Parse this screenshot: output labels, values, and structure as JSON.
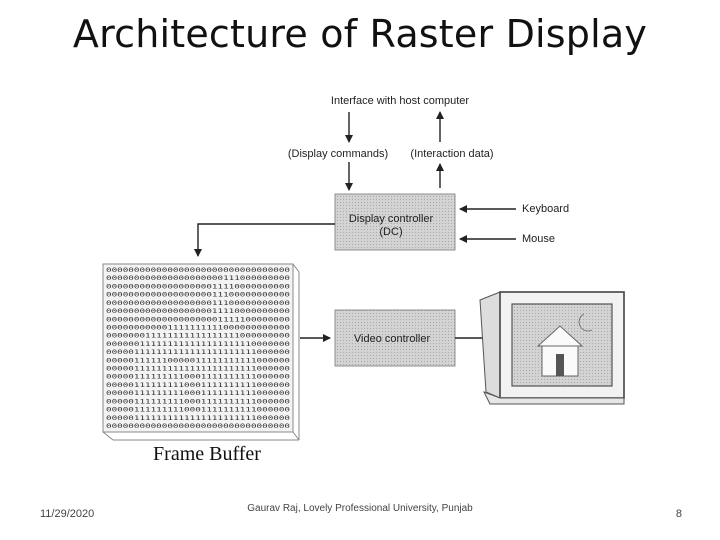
{
  "slide": {
    "title": "Architecture of Raster Display",
    "footer_date": "11/29/2020",
    "footer_author": "Gaurav Raj, Lovely Professional University, Punjab",
    "page_number": "8"
  },
  "diagram": {
    "interface_label": "Interface with host computer",
    "display_commands_label": "(Display commands)",
    "interaction_data_label": "(Interaction data)",
    "display_controller_label": "Display controller",
    "display_controller_abbr": "(DC)",
    "keyboard_label": "Keyboard",
    "mouse_label": "Mouse",
    "video_controller_label": "Video controller",
    "frame_buffer_label": "Frame Buffer",
    "frame_buffer_rows": [
      "000000000000000000000000000000000",
      "000000000000000000000111000000000",
      "000000000000000000011110000000000",
      "000000000000000000011100000000000",
      "000000000000000000011100000000000",
      "000000000000000000011110000000000",
      "000000000000000000001111100000000",
      "000000000001111111111000000000000",
      "000000011111111111111111000000000",
      "000000111111111111111111110000000",
      "000001111111111111111111111000000",
      "000001111110000011111111111000000",
      "000001111111111111111111111000000",
      "000001111111110001111111111000000",
      "000001111111110001111111111000000",
      "000001111111110001111111111000000",
      "000001111111110001111111111000000",
      "000001111111110001111111111000000",
      "000001111111111111111111111000000",
      "000000000000000000000000000000000"
    ]
  }
}
